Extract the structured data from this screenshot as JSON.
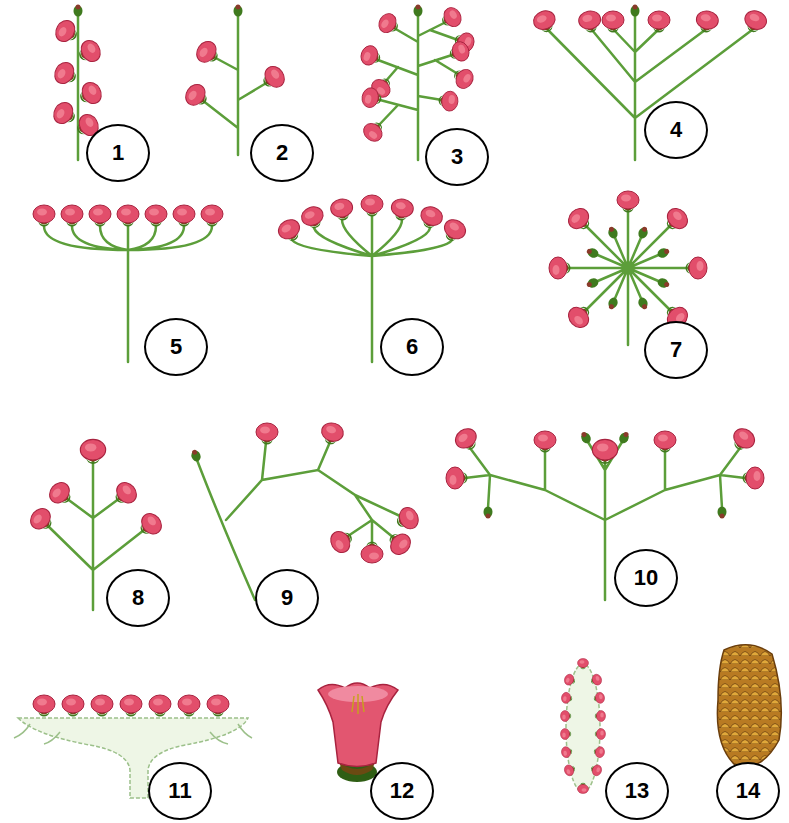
{
  "diagram": {
    "nodes": [
      {
        "text": [
          "1"
        ]
      },
      {
        "text": [
          "2"
        ]
      },
      {
        "text": [
          "3"
        ]
      },
      {
        "text": [
          "4"
        ]
      },
      {
        "text": [
          "5"
        ]
      },
      {
        "text": [
          "6"
        ]
      },
      {
        "text": [
          "7"
        ]
      },
      {
        "text": [
          "8"
        ]
      },
      {
        "text": [
          "9"
        ]
      },
      {
        "text": [
          "10"
        ]
      },
      {
        "text": [
          "11"
        ]
      },
      {
        "text": [
          "12"
        ]
      },
      {
        "text": [
          "13"
        ]
      },
      {
        "text": [
          "14"
        ]
      }
    ]
  }
}
